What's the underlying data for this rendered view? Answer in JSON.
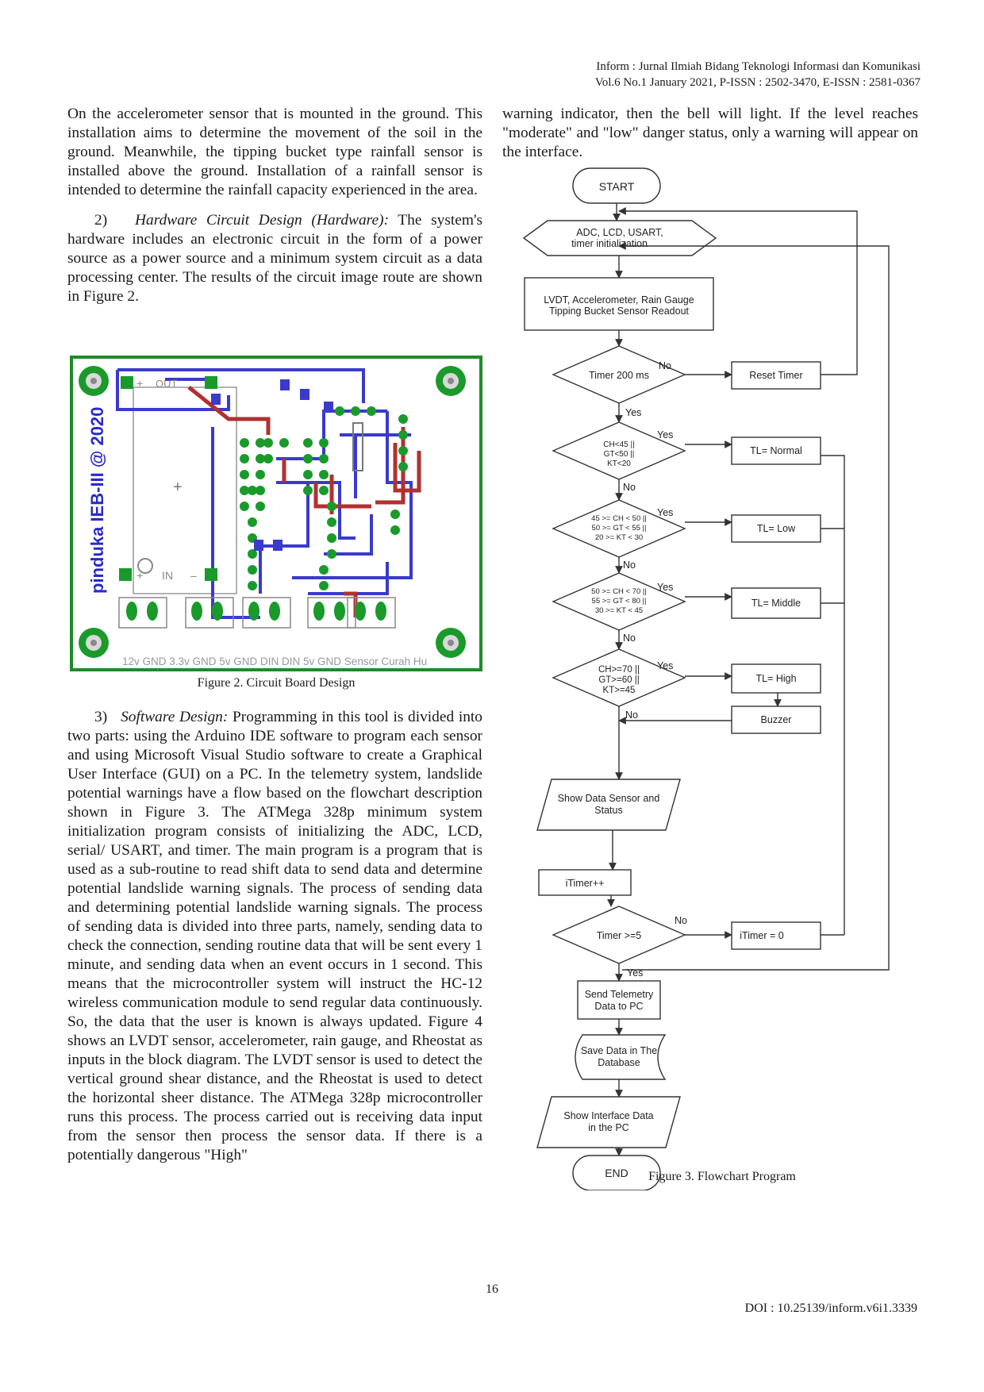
{
  "header": {
    "line1": "Inform : Jurnal Ilmiah Bidang Teknologi Informasi dan Komunikasi",
    "line2": "Vol.6 No.1 January 2021, P-ISSN : 2502-3470, E-ISSN : 2581-0367"
  },
  "left": {
    "p1": "On the accelerometer sensor that is mounted in the ground. This installation aims to determine the movement of the soil in the ground. Meanwhile, the tipping bucket type rainfall sensor is installed above the ground. Installation of a rainfall sensor is intended to determine the rainfall capacity experienced in the area.",
    "p2_num": "2)",
    "p2_head": "Hardware Circuit Design (Hardware):",
    "p2_body": " The system's hardware includes an electronic circuit in the form of a power source as a power source and a minimum system circuit as a data processing center. The results of the circuit image route are shown in Figure 2.",
    "p3_num": "3)",
    "p3_head": "Software Design:",
    "p3_body": " Programming in this tool is divided into two parts: using the Arduino IDE software to program each sensor and using Microsoft Visual Studio software to create a Graphical User Interface (GUI) on a PC. In the telemetry system, landslide potential warnings have a flow based on the flowchart description shown in Figure 3. The ATMega 328p minimum system initialization program consists of initializing the ADC, LCD, serial/ USART, and timer. The main program is a program that is used as a sub-routine to read shift data to send data and determine potential landslide warning signals. The process of sending data and determining potential landslide warning signals. The process of sending data is divided into three parts, namely, sending data to check the connection, sending routine data that will be sent every 1 minute, and sending data when an event occurs in 1 second. This means that the microcontroller system will instruct the HC-12 wireless communication module to send regular data continuously. So, the data that the user is known is always updated. Figure 4 shows an LVDT sensor, accelerometer, rain gauge, and Rheostat as inputs in the block diagram. The LVDT sensor is used to detect the vertical ground shear distance, and the Rheostat is used to detect the horizontal sheer distance. The ATMega 328p microcontroller runs this process. The process carried out is receiving data input from the sensor then process the sensor data. If there is a potentially dangerous \"High\""
  },
  "right": {
    "p1": "warning indicator, then the bell will light. If the level reaches \"moderate\" and \"low\" danger status, only a warning will appear on the interface."
  },
  "figure2": {
    "caption": "Figure 2. Circuit Board Design",
    "board_vertical_text": "pinduka IEB-III @ 2020",
    "labels": {
      "out": "OUT",
      "in": "IN",
      "plus1": "+",
      "minus1": "–",
      "plus2": "+",
      "bottom_row": "12v GND 3.3v GND 5v GND DIN DIN 5v GND Sensor Curah Hu"
    }
  },
  "figure3": {
    "caption": "Figure 3. Flowchart Program",
    "start": "START",
    "init_1": "ADC, LCD, USART,",
    "init_2": "timer initialization",
    "read_1": "LVDT, Accelerometer, Rain Gauge",
    "read_2": "Tipping Bucket Sensor Readout",
    "timer200": "Timer 200 ms",
    "reset_timer": "Reset Timer",
    "d1_1": "CH<45 ||",
    "d1_2": "GT<50 ||",
    "d1_3": "KT<20",
    "tl_normal": "TL= Normal",
    "d2_1": "45 >= CH < 50 ||",
    "d2_2": "50 >= GT < 55 ||",
    "d2_3": "20 >= KT < 30",
    "tl_low": "TL= Low",
    "d3_1": "50 >= CH < 70 ||",
    "d3_2": "55 >= GT < 80 ||",
    "d3_3": "30 >= KT < 45",
    "tl_middle": "TL= Middle",
    "d4_1": "CH>=70 ||",
    "d4_2": "GT>=60 ||",
    "d4_3": "KT>=45",
    "tl_high": "TL= High",
    "buzzer": "Buzzer",
    "show_1": "Show Data Sensor and",
    "show_2": "Status",
    "itimer_inc": "iTimer++",
    "timer5": "Timer >=5",
    "itimer_zero": "iTimer = 0",
    "send_1": "Send Telemetry",
    "send_2": "Data to PC",
    "save_1": "Save Data in The",
    "save_2": "Database",
    "iface_1": "Show Interface Data",
    "iface_2": "in the PC",
    "end": "END",
    "yes": "Yes",
    "no": "No"
  },
  "footer": {
    "page": "16",
    "doi": "DOI : 10.25139/inform.v6i1.3339"
  }
}
